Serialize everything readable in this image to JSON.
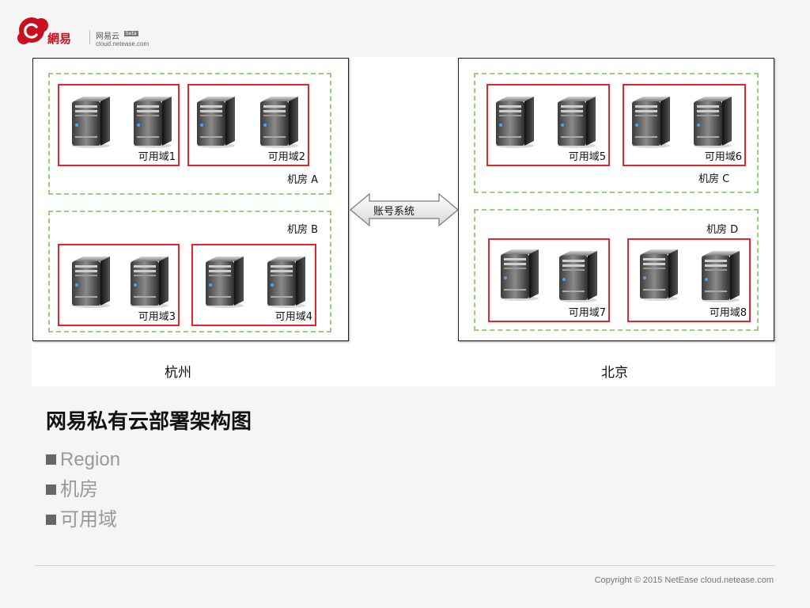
{
  "logo": {
    "brand": "網易",
    "product": "网易云",
    "tag": "beta",
    "domain": "cloud.netease.com"
  },
  "diagram": {
    "regions": [
      {
        "city": "杭州",
        "rooms": [
          {
            "label": "机房 A",
            "zones": [
              "可用域1",
              "可用域2"
            ]
          },
          {
            "label": "机房 B",
            "zones": [
              "可用域3",
              "可用域4"
            ]
          }
        ]
      },
      {
        "city": "北京",
        "rooms": [
          {
            "label": "机房 C",
            "zones": [
              "可用域5",
              "可用域6"
            ]
          },
          {
            "label": "机房 D",
            "zones": [
              "可用域7",
              "可用域8"
            ]
          }
        ]
      }
    ],
    "connector_label": "账号系统"
  },
  "slide": {
    "title": "网易私有云部署架构图",
    "bullets": [
      "Region",
      "机房",
      "可用域"
    ]
  },
  "footer": {
    "copyright": "Copyright ©  2015  NetEase  cloud.netease.com"
  },
  "colors": {
    "zone_border": "#e3262d",
    "room_border": "#96d27d",
    "brand_red": "#c8101e"
  },
  "icons": {
    "server": "server-tower-icon",
    "cloud_logo": "netease-cloud-logo-icon",
    "connector": "double-arrow-icon"
  }
}
